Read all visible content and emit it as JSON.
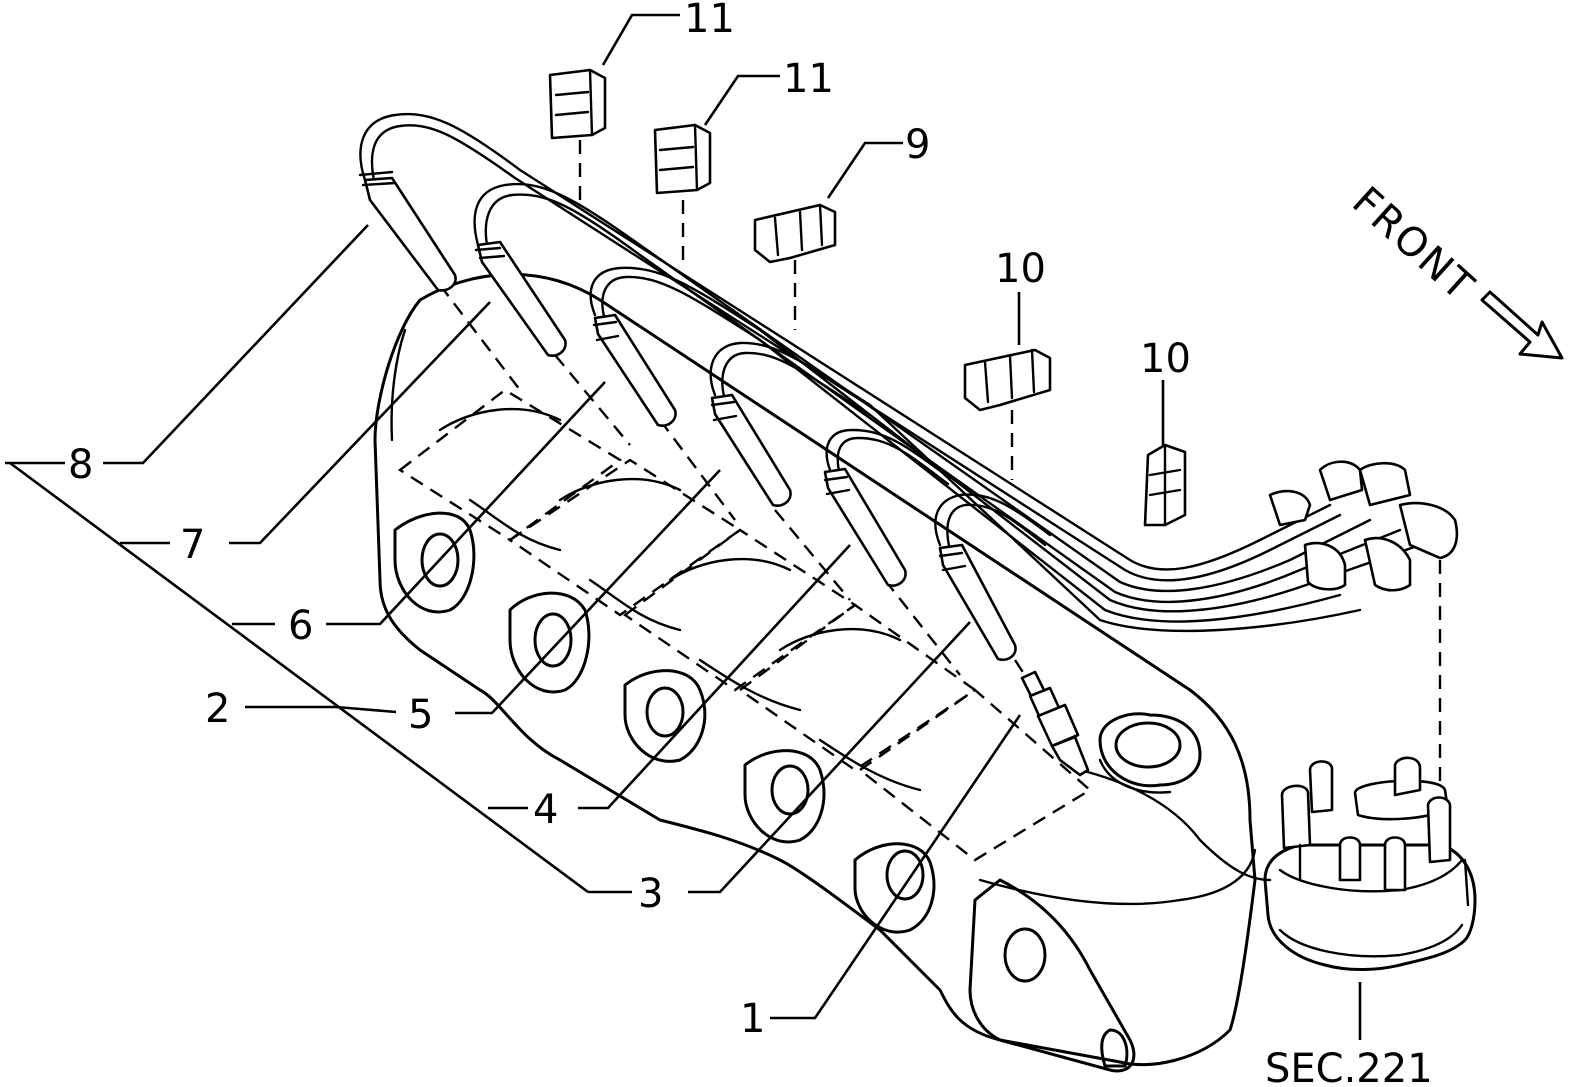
{
  "callouts": {
    "c1": "1",
    "c2": "2",
    "c3": "3",
    "c4": "4",
    "c5": "5",
    "c6": "6",
    "c7": "7",
    "c8": "8",
    "c9": "9",
    "c10a": "10",
    "c10b": "10",
    "c11a": "11",
    "c11b": "11"
  },
  "direction_label": "FRONT",
  "section_ref": "SEC.221",
  "colors": {
    "line": "#000000",
    "background": "#ffffff"
  }
}
